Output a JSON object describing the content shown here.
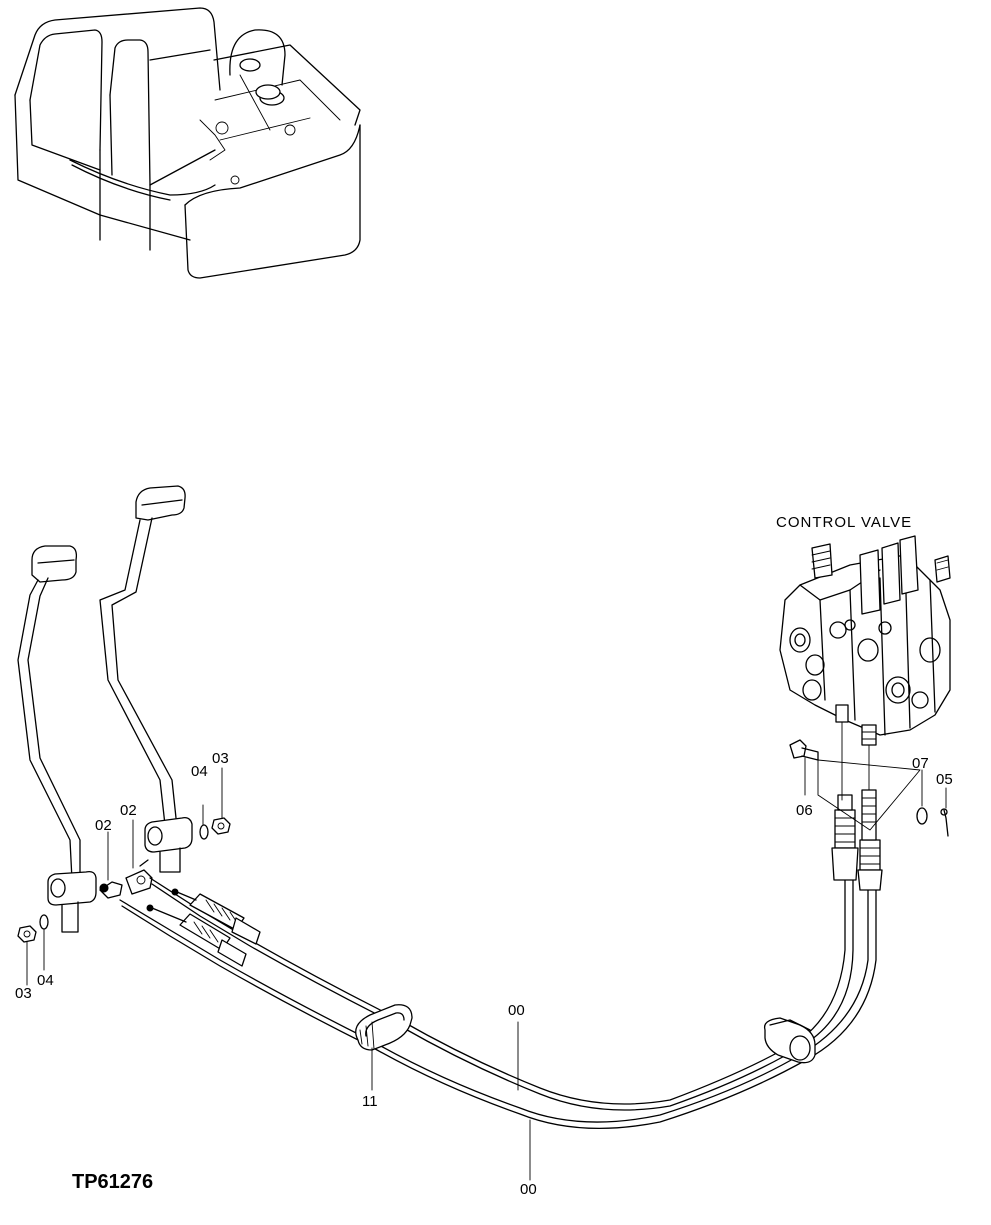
{
  "diagram": {
    "reference_code": "TP61276",
    "component_caption": "CONTROL VALVE",
    "callouts": {
      "cable_upper": "00",
      "cable_lower": "00",
      "rod_end_left": "02",
      "rod_end_right": "02",
      "nut_left": "03",
      "nut_right": "03",
      "washer_left": "04",
      "washer_right": "04",
      "cotter_pin": "05",
      "pin": "06",
      "washer_valve": "07",
      "grommet": "11"
    }
  }
}
